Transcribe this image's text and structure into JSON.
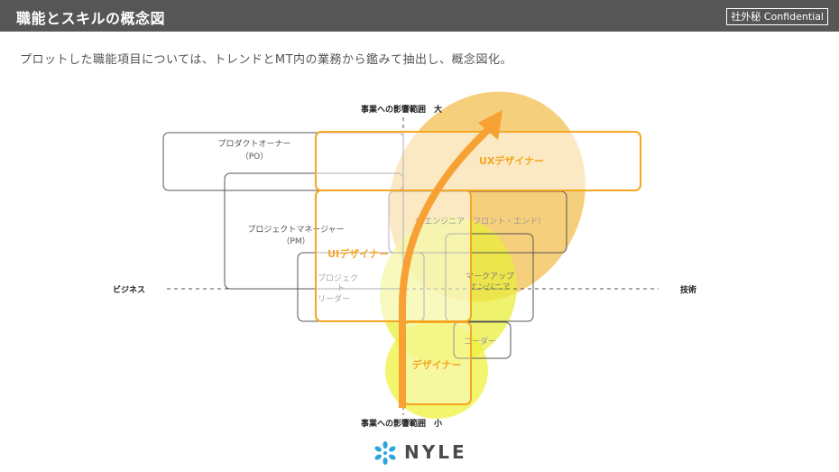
{
  "header": {
    "title": "職能とスキルの概念図",
    "badge": "社外秘 Confidential"
  },
  "subtitle": "プロットした職能項目については、トレンドとMT内の業務から鑑みて抽出し、概念図化。",
  "axes": {
    "top": "事業への影響範囲　大",
    "bottom": "事業への影響範囲　小",
    "left": "ビジネス",
    "right": "技術"
  },
  "roles": {
    "po_line1": "プロダクトオーナー",
    "po_line2": "（PO）",
    "pm_line1": "プロジェクトマネージャー",
    "pm_line2": "（PM）",
    "leader_line1": "プロジェク",
    "leader_line2": "ト",
    "leader_line3": "リーダー",
    "ui_engineer": "UIエンジニア（フロント・エンド）",
    "markup_line1": "マークアップ",
    "markup_line2": "エンジニア",
    "coder": "コーダー",
    "ux": "UXデザイナー",
    "ui": "UIデザイナー",
    "designer": "デザイナー"
  },
  "logo": {
    "text": "NYLE"
  },
  "colors": {
    "orange": "#f5a623",
    "arrow": "#f7a034",
    "ux_ellipse": "#f2c35a",
    "yellow_ellipse": "#e8ee3c",
    "grey_box": "#555555",
    "logo_blue": "#2aa6dd"
  }
}
